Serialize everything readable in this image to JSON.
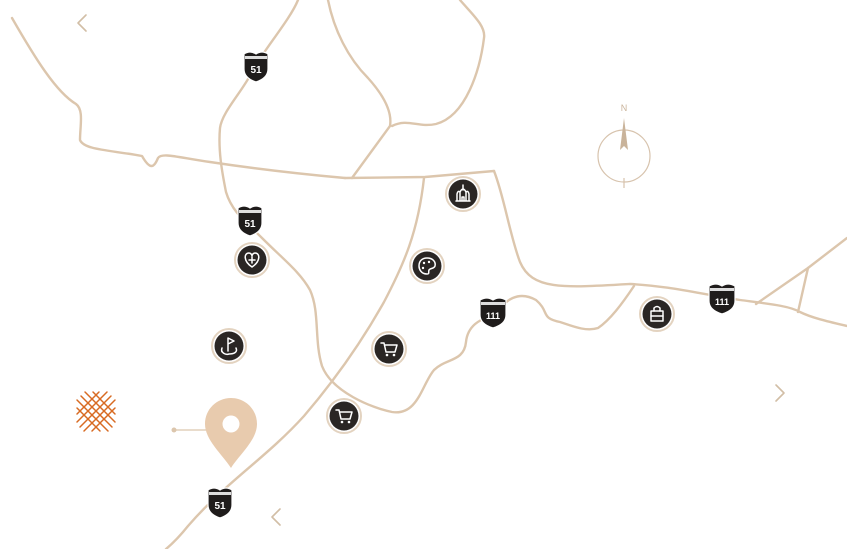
{
  "map": {
    "background": "#ffffff",
    "road_color": "#dcc6ad",
    "pin_color": "#e8cbae",
    "logo_color": "#d86a22",
    "compass": {
      "north_label": "N",
      "icon": "compass-rose-icon"
    },
    "route_shields": [
      {
        "id": "shield-51-top",
        "route": "51",
        "icon": "interstate-shield-icon"
      },
      {
        "id": "shield-51-middle",
        "route": "51",
        "icon": "interstate-shield-icon"
      },
      {
        "id": "shield-51-bottom",
        "route": "51",
        "icon": "interstate-shield-icon"
      },
      {
        "id": "shield-111-center",
        "route": "111",
        "icon": "interstate-shield-icon"
      },
      {
        "id": "shield-111-right",
        "route": "111",
        "icon": "interstate-shield-icon"
      }
    ],
    "pois": [
      {
        "id": "poi-temple",
        "icon": "temple-icon"
      },
      {
        "id": "poi-hospital",
        "icon": "heart-cross-icon"
      },
      {
        "id": "poi-art",
        "icon": "palette-icon"
      },
      {
        "id": "poi-golf",
        "icon": "golf-flag-icon"
      },
      {
        "id": "poi-shopping-cart-1",
        "icon": "shopping-cart-icon"
      },
      {
        "id": "poi-shopping-cart-2",
        "icon": "shopping-cart-icon"
      },
      {
        "id": "poi-shopping-bag",
        "icon": "shopping-bag-icon"
      }
    ],
    "location_pin": {
      "icon": "location-pin-icon"
    },
    "logo": {
      "icon": "crosshatch-logo-icon"
    },
    "navigation": [
      {
        "id": "nav-left-top",
        "icon": "chevron-left-icon"
      },
      {
        "id": "nav-left-bottom",
        "icon": "chevron-left-icon"
      },
      {
        "id": "nav-right",
        "icon": "chevron-right-icon"
      }
    ]
  }
}
